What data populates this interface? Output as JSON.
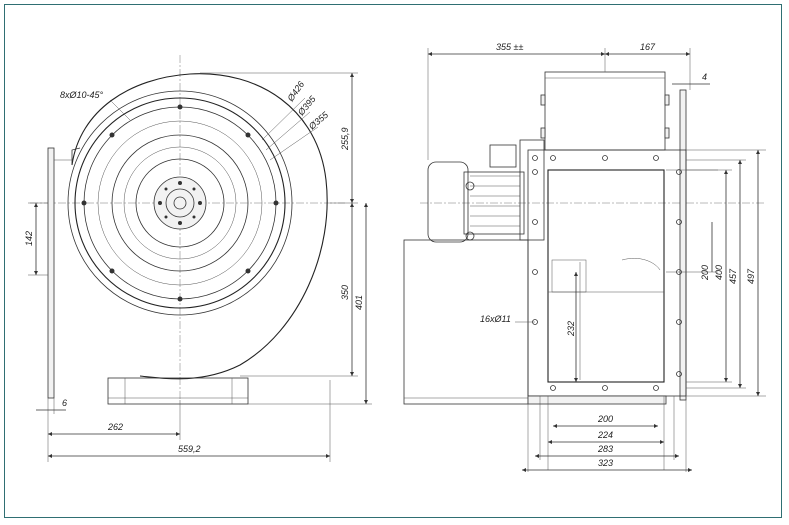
{
  "front_view": {
    "hole_pattern": "8xØ10-45°",
    "dia_outer": "Ø426",
    "dia_mid": "Ø395",
    "dia_inner": "Ø355",
    "height_top": "255,9",
    "height_left": "142",
    "height_350": "350",
    "height_401": "401",
    "flange_6": "6",
    "width_262": "262",
    "width_total": "559,2"
  },
  "side_view": {
    "depth_355": "355 ±±",
    "depth_167": "167",
    "thickness_4": "4",
    "holes": "16xØ11",
    "inner_232": "232",
    "h_200": "200",
    "h_400": "400",
    "h_457": "457",
    "h_497": "497",
    "w_200": "200",
    "w_224": "224",
    "w_283": "283",
    "w_323": "323"
  }
}
